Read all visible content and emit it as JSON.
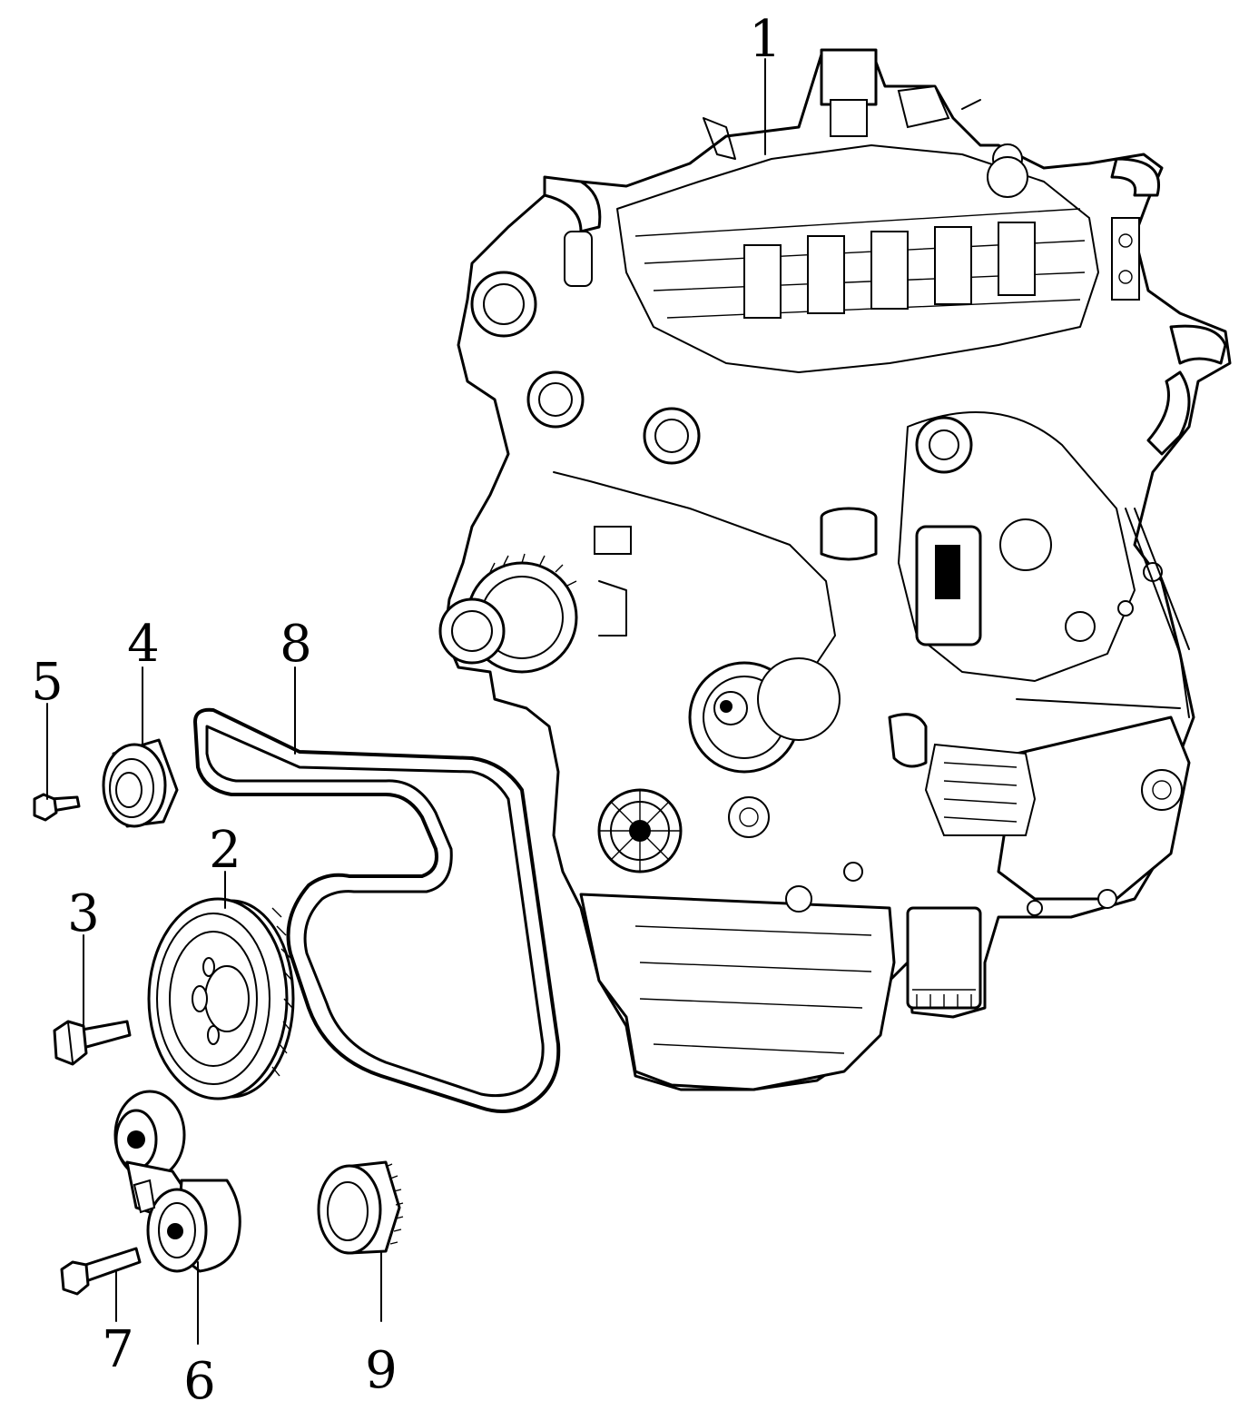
{
  "diagram": {
    "type": "exploded-parts-diagram",
    "line_color": "#000000",
    "background": "#ffffff",
    "callouts": [
      {
        "id": "1",
        "label": "1",
        "part_icon": "engine-assembly-icon"
      },
      {
        "id": "2",
        "label": "2",
        "part_icon": "crankshaft-pulley-icon"
      },
      {
        "id": "3",
        "label": "3",
        "part_icon": "pulley-bolt-icon"
      },
      {
        "id": "4",
        "label": "4",
        "part_icon": "idler-pulley-icon"
      },
      {
        "id": "5",
        "label": "5",
        "part_icon": "idler-bolt-icon"
      },
      {
        "id": "6",
        "label": "6",
        "part_icon": "belt-tensioner-icon"
      },
      {
        "id": "7",
        "label": "7",
        "part_icon": "tensioner-bolt-icon"
      },
      {
        "id": "8",
        "label": "8",
        "part_icon": "serpentine-belt-icon"
      },
      {
        "id": "9",
        "label": "9",
        "part_icon": "toothed-pulley-icon"
      }
    ]
  }
}
